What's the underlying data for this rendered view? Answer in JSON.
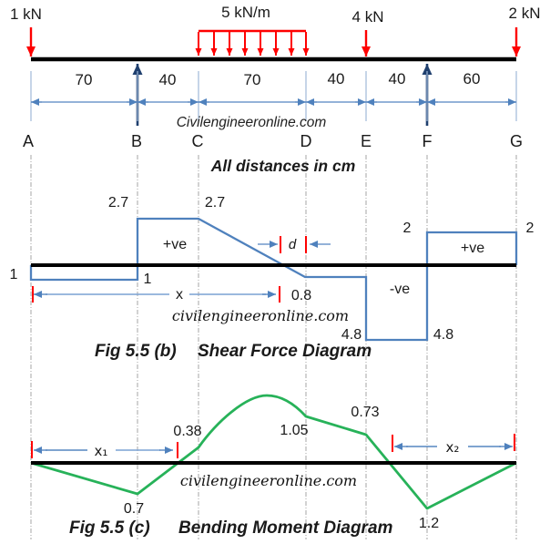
{
  "beam": {
    "load_left": "1 kN",
    "load_udl": "5 kN/m",
    "load_e": "4 kN",
    "load_right": "2 kN",
    "dim_ab": "70",
    "dim_bc": "40",
    "dim_cd": "70",
    "dim_de": "40",
    "dim_ef": "40",
    "dim_fg": "60",
    "watermark": "Civilengineeronline.com",
    "pt_a": "A",
    "pt_b": "B",
    "pt_c": "C",
    "pt_d": "D",
    "pt_e": "E",
    "pt_f": "F",
    "pt_g": "G",
    "note": "All distances in cm"
  },
  "sfd": {
    "val_b_top": "2.7",
    "val_c_top": "2.7",
    "pos_bc": "+ve",
    "val_a": "1",
    "val_b_bottom": "1",
    "dim_x": "x",
    "dim_d": "d",
    "val_d": "0.8",
    "neg": "-ve",
    "val_e_bottom": "4.8",
    "val_f_bottom": "4.8",
    "val_f_top": "2",
    "val_g_top": "2",
    "pos_fg": "+ve",
    "watermark": "civilengineeronline.com",
    "caption_fig": "Fig 5.5 (b)",
    "caption_title": "Shear Force Diagram"
  },
  "bmd": {
    "val_b": "0.7",
    "val_c": "0.38",
    "val_d": "1.05",
    "val_e": "0.73",
    "val_f": "1.2",
    "dim_x1": "x₁",
    "dim_x2": "x₂",
    "watermark": "civilengineeronline.com",
    "caption_fig": "Fig 5.5 (c)",
    "caption_title": "Bending Moment Diagram"
  },
  "diagram_data": {
    "points_cm": {
      "A": 0,
      "B": 70,
      "C": 110,
      "D": 180,
      "E": 220,
      "F": 260,
      "G": 320
    },
    "loads": [
      {
        "type": "point-load",
        "at": "A",
        "value": "1 kN"
      },
      {
        "type": "udl",
        "from": "C",
        "to": "D",
        "value": "5 kN/m"
      },
      {
        "type": "point-load",
        "at": "E",
        "value": "4 kN"
      },
      {
        "type": "point-load",
        "at": "G",
        "value": "2 kN"
      },
      {
        "type": "support-reaction",
        "at": "B"
      },
      {
        "type": "support-reaction",
        "at": "F"
      }
    ],
    "shear_force_kN": {
      "A": -1,
      "B_left": -1,
      "B_right": 2.7,
      "C": 2.7,
      "D": -0.8,
      "E_left": -0.8,
      "E_right": -4.8,
      "F_left": -4.8,
      "F_right": 2,
      "G": 2
    },
    "bending_moment": {
      "A": 0,
      "B": -0.7,
      "C": 0.38,
      "D": 1.05,
      "E": 0.73,
      "F": -1.2,
      "G": 0
    }
  },
  "colors": {
    "sfd_line": "#4f81bd",
    "bmd_line": "#27b259",
    "load_red": "#fe0000",
    "support_navy": "#1f3f6e",
    "dim_blue": "#5585c0",
    "extension_blue": "#9fb9d9",
    "gridline_gray": "#a6a6a6"
  }
}
